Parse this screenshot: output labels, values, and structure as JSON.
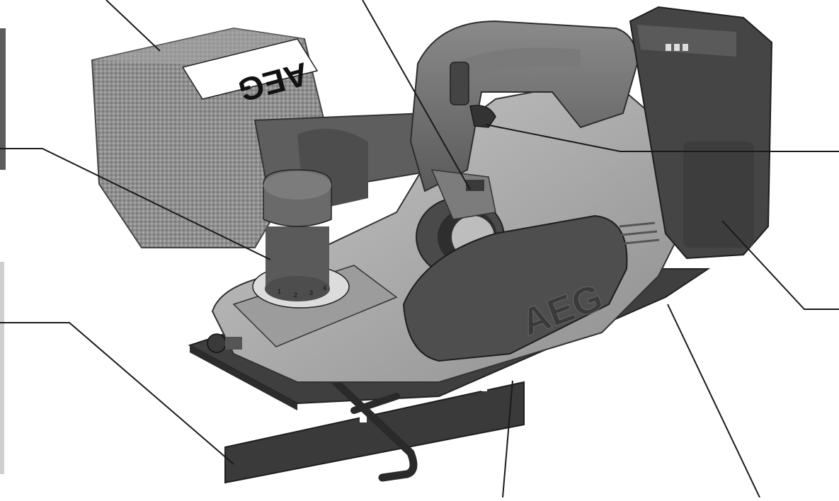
{
  "diagram": {
    "brand_logo": "AEG",
    "dial_scale": [
      "1",
      "2",
      "3",
      "4"
    ],
    "colors": {
      "background": "#ffffff",
      "dust_bag": "#8f8f8f",
      "dust_bag_dark": "#6e6e6e",
      "body_dark": "#4a4a4a",
      "body_mid": "#6b6b6b",
      "body_light": "#9a9a9a",
      "plate": "#3c3c3c",
      "leader_line": "#1a1a1a"
    }
  }
}
